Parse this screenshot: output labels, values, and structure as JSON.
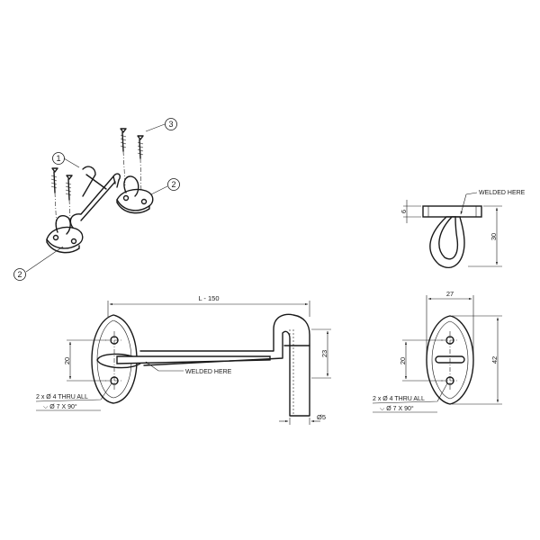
{
  "balloons": {
    "part_1": "1",
    "part_2_upper": "2",
    "part_2_lower": "2",
    "part_3": "3"
  },
  "side_view": {
    "note": "WELDED HERE",
    "dim_plate": "6",
    "dim_height": "30"
  },
  "front_view": {
    "dim_length": "L - 150",
    "dim_hole_spacing": "20",
    "dim_hook_drop": "23",
    "dim_wire": "Ø5",
    "note": "WELDED HERE",
    "hole_callout_line1": "2 x  Ø 4 THRU ALL",
    "hole_callout_line2": "⌵  Ø 7 X 90°"
  },
  "plate_view": {
    "dim_width": "27",
    "dim_hole_spacing": "20",
    "dim_height": "42",
    "hole_callout_line1": "2 x  Ø 4 THRU ALL",
    "hole_callout_line2": "⌵  Ø 7 X 90°"
  }
}
